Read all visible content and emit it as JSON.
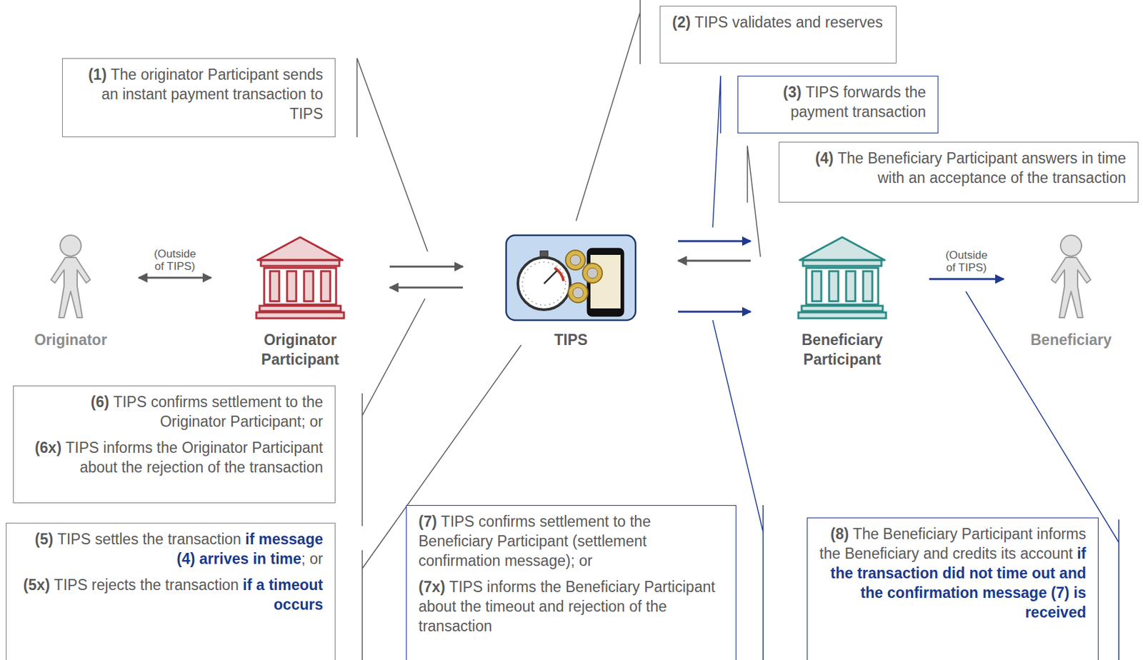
{
  "diagram": {
    "nodes": [
      {
        "text": [
          "(1)",
          "The originator Participant sends an instant payment transaction to TIPS"
        ]
      },
      {
        "text": [
          "(2)",
          "TIPS validates and reserves"
        ]
      },
      {
        "text": [
          "(3)",
          "TIPS forwards the payment transaction"
        ]
      },
      {
        "text": [
          "(4)",
          "The Beneficiary Participant answers in time with an acceptance of the transaction"
        ]
      },
      {
        "text": [
          "Originator"
        ]
      },
      {
        "text": [
          "Originator Participant"
        ]
      },
      {
        "text": [
          "TIPS"
        ]
      },
      {
        "text": [
          "Beneficiary Participant"
        ]
      },
      {
        "text": [
          "Beneficiary"
        ]
      },
      {
        "text": [
          "(6)",
          "TIPS confirms settlement to the Originator Participant; or",
          "(6x)",
          "TIPS informs the Originator Participant about the rejection of the transaction"
        ]
      },
      {
        "text": [
          "(5)",
          "TIPS settles the transaction",
          "if message (4) arrives in time",
          "; or",
          "(5x)",
          "TIPS rejects the transaction",
          "if a timeout occurs"
        ]
      },
      {
        "text": [
          "(7)",
          "TIPS confirms settlement to the Beneficiary Participant (settlement confirmation message); or",
          "(7x)",
          "TIPS informs the Beneficiary Participant about the timeout and rejection of the transaction"
        ]
      },
      {
        "text": [
          "(8)",
          "The Beneficiary Participant informs the Beneficiary and credits its account",
          "if the transaction did not time out and the confirmation message (7) is received"
        ]
      }
    ],
    "edges": [
      {
        "from": 4,
        "to": 5,
        "arrow": "both",
        "label": "(Outside of TIPS)"
      },
      {
        "from": 5,
        "to": 6,
        "arrow": "to"
      },
      {
        "from": 6,
        "to": 5,
        "arrow": "to"
      },
      {
        "from": 6,
        "to": 7,
        "arrow": "to"
      },
      {
        "from": 7,
        "to": 6,
        "arrow": "to"
      },
      {
        "from": 6,
        "to": 7,
        "arrow": "to"
      },
      {
        "from": 7,
        "to": 8,
        "arrow": "to",
        "label": "(Outside of TIPS)"
      }
    ]
  }
}
